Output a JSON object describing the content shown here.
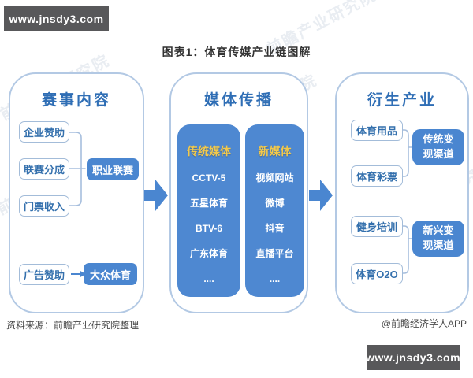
{
  "banners": {
    "top_left": "www.jnsdy3.com",
    "bottom_right": "www.jnsdy3.com"
  },
  "title": "图表1：体育传媒产业链图解",
  "watermark": {
    "text": "前瞻产业研究院"
  },
  "panels": {
    "events": {
      "header": "赛事内容",
      "sources": [
        "企业赞助",
        "联赛分成",
        "门票收入"
      ],
      "pro_league": "职业联赛",
      "ad_sponsor": "广告赞助",
      "mass_sports": "大众体育"
    },
    "media": {
      "header": "媒体传播",
      "columns": [
        {
          "header": "传统媒体",
          "items": [
            "CCTV-5",
            "五星体育",
            "BTV-6",
            "广东体育",
            "...."
          ]
        },
        {
          "header": "新媒体",
          "items": [
            "视频网站",
            "微博",
            "抖音",
            "直播平台",
            "...."
          ]
        }
      ]
    },
    "derivatives": {
      "header": "衍生产业",
      "groups": [
        {
          "items": [
            "体育用品",
            "体育彩票"
          ],
          "channel": "传统变现渠道"
        },
        {
          "items": [
            "健身培训",
            "体育O2O"
          ],
          "channel": "新兴变现渠道"
        }
      ]
    }
  },
  "footer": {
    "source": "资料来源：前瞻产业研究院整理",
    "credit": "@前瞻经济学人APP"
  },
  "colors": {
    "accent_blue": "#4a86d0",
    "column_blue": "#4e88d1",
    "panel_border": "#b3c9e4",
    "header_blue": "#2f6eb5",
    "gold": "#f2c94c",
    "banner_gray": "#58585a"
  }
}
